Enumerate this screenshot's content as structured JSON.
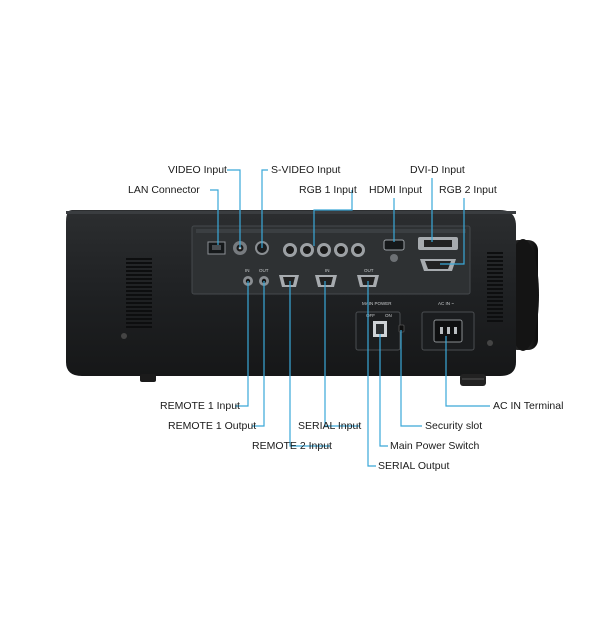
{
  "diagram": {
    "labels": {
      "video_input": "VIDEO Input",
      "s_video_input": "S-VIDEO Input",
      "lan_connector": "LAN Connector",
      "rgb1_input": "RGB 1 Input",
      "hdmi_input": "HDMI Input",
      "dvi_d_input": "DVI-D Input",
      "rgb2_input": "RGB 2 Input",
      "remote1_input": "REMOTE 1 Input",
      "remote1_output": "REMOTE 1 Output",
      "remote2_input": "REMOTE 2 Input",
      "serial_input": "SERIAL Input",
      "serial_output": "SERIAL Output",
      "main_power_switch": "Main Power Switch",
      "security_slot": "Security slot",
      "ac_in_terminal": "AC IN Terminal"
    },
    "panel_markings": {
      "main_power": "MAIN POWER",
      "off": "OFF",
      "on": "ON",
      "ac_in": "AC IN ~",
      "in": "IN",
      "out": "OUT"
    },
    "colors": {
      "callout_line": "#3aa8d8",
      "body": "#232527",
      "panel": "#2f3234"
    }
  }
}
